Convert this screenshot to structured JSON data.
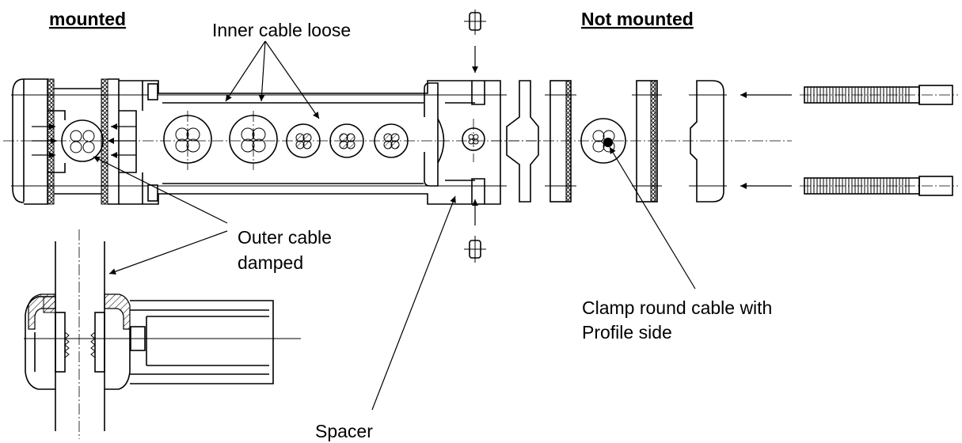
{
  "labels": {
    "mounted": "mounted",
    "not_mounted": "Not mounted",
    "inner_cable_loose": "Inner cable loose",
    "outer_cable_line1": "Outer cable",
    "outer_cable_line2": "damped",
    "clamp_line1": "Clamp round cable with",
    "clamp_line2": "Profile side",
    "spacer": "Spacer"
  },
  "colors": {
    "line": "#000000",
    "background": "#ffffff"
  }
}
